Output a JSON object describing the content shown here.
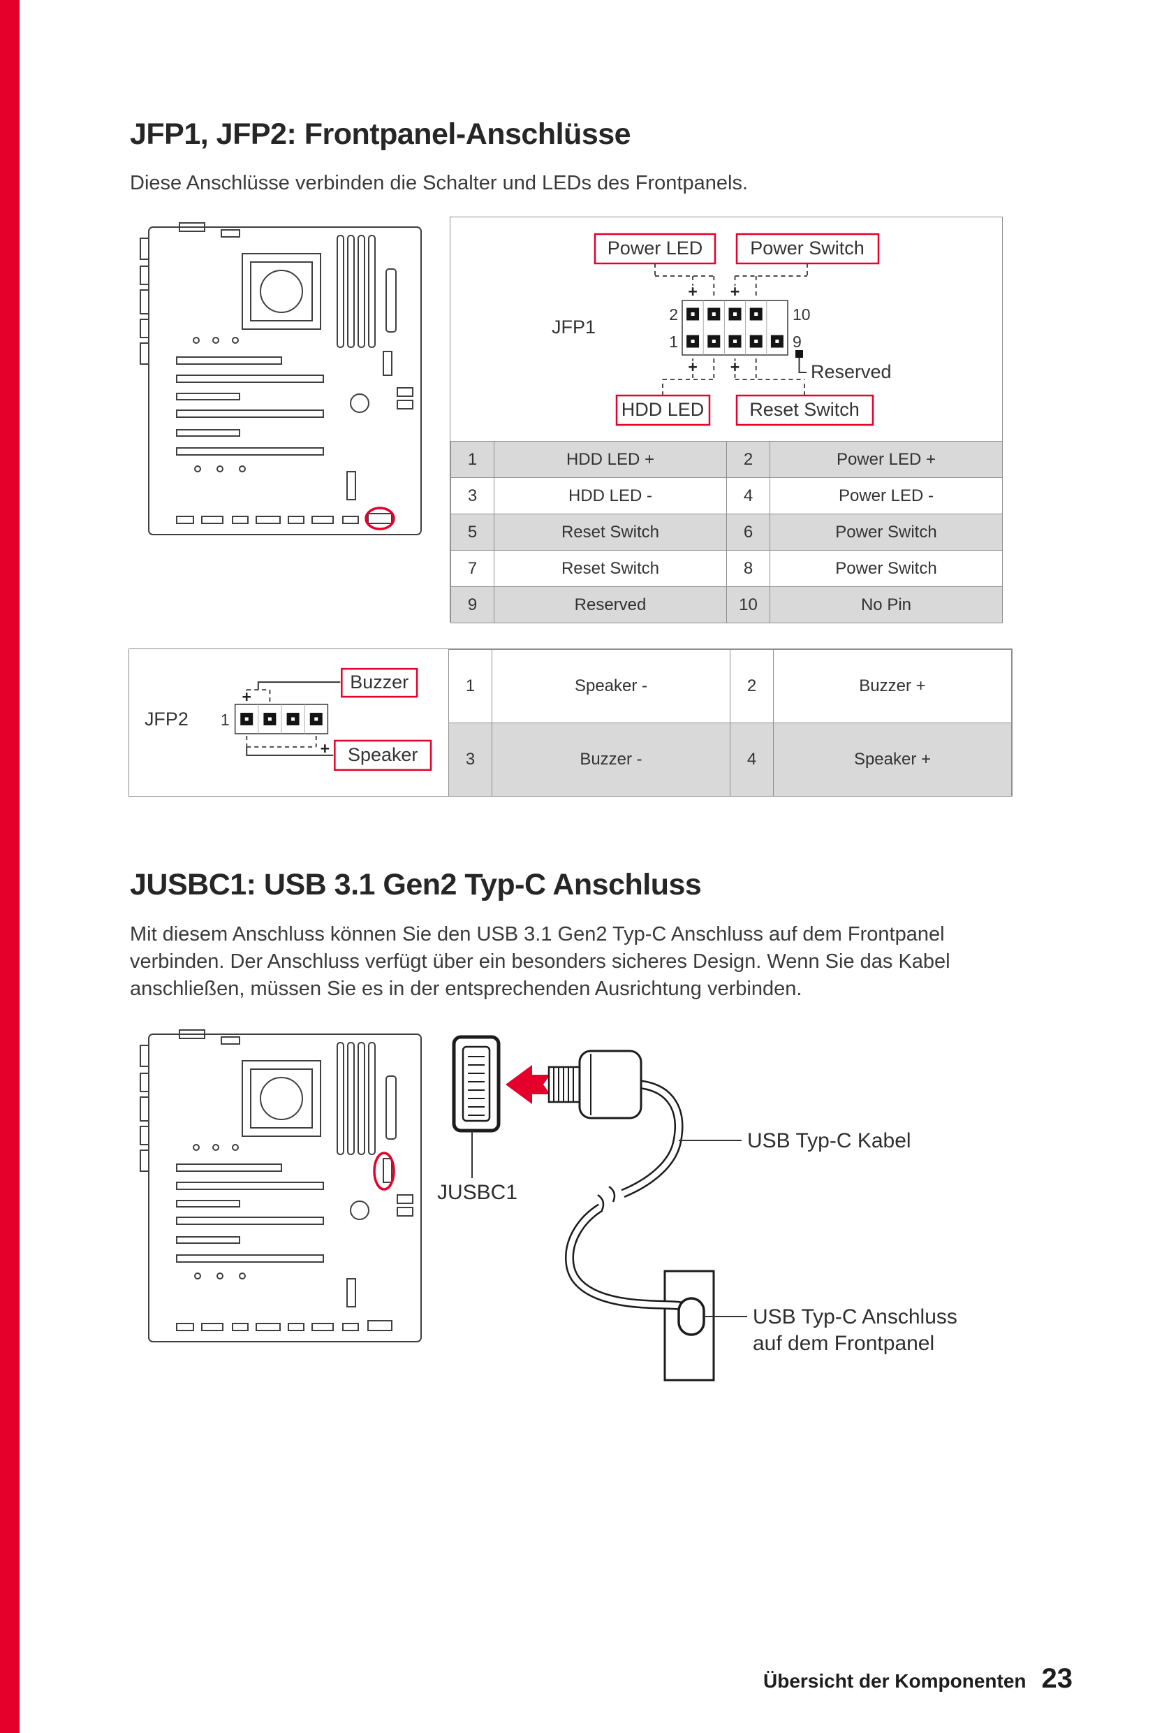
{
  "theme": {
    "accent_color": "#e4002b"
  },
  "section_jfp": {
    "title": "JFP1, JFP2: Frontpanel-Anschlüsse",
    "intro": "Diese Anschlüsse verbinden die Schalter und LEDs des Frontpanels."
  },
  "jfp1": {
    "connector_label": "JFP1",
    "callout_power_led": "Power LED",
    "callout_power_switch": "Power Switch",
    "callout_hdd_led": "HDD LED",
    "callout_reset_switch": "Reset Switch",
    "callout_reserved": "Reserved",
    "pin_top_left": "2",
    "pin_top_right": "10",
    "pin_bottom_left": "1",
    "pin_bottom_right": "9",
    "plus_sign": "+",
    "table": [
      {
        "c0": "1",
        "c1": "HDD LED +",
        "c2": "2",
        "c3": "Power LED +"
      },
      {
        "c0": "3",
        "c1": "HDD LED -",
        "c2": "4",
        "c3": "Power LED -"
      },
      {
        "c0": "5",
        "c1": "Reset Switch",
        "c2": "6",
        "c3": "Power Switch"
      },
      {
        "c0": "7",
        "c1": "Reset Switch",
        "c2": "8",
        "c3": "Power Switch"
      },
      {
        "c0": "9",
        "c1": "Reserved",
        "c2": "10",
        "c3": "No Pin"
      }
    ]
  },
  "jfp2": {
    "connector_label": "JFP2",
    "pin_first": "1",
    "callout_buzzer": "Buzzer",
    "callout_speaker": "Speaker",
    "plus_sign": "+",
    "table": [
      {
        "c0": "1",
        "c1": "Speaker -",
        "c2": "2",
        "c3": "Buzzer +"
      },
      {
        "c0": "3",
        "c1": "Buzzer -",
        "c2": "4",
        "c3": "Speaker +"
      }
    ]
  },
  "section_jusbc": {
    "title": "JUSBC1: USB 3.1 Gen2 Typ-C Anschluss",
    "body": "Mit diesem Anschluss können Sie den USB 3.1 Gen2 Typ-C Anschluss auf dem Frontpanel verbinden. Der Anschluss verfügt über ein besonders sicheres Design. Wenn Sie das Kabel anschließen, müssen Sie es in der entsprechenden Ausrichtung verbinden."
  },
  "jusbc1": {
    "connector_label": "JUSBC1",
    "cable_label": "USB Typ-C Kabel",
    "port_label_line1": "USB Typ-C Anschluss",
    "port_label_line2": "auf dem Frontpanel"
  },
  "footer": {
    "label": "Übersicht der Komponenten",
    "page_number": "23"
  }
}
